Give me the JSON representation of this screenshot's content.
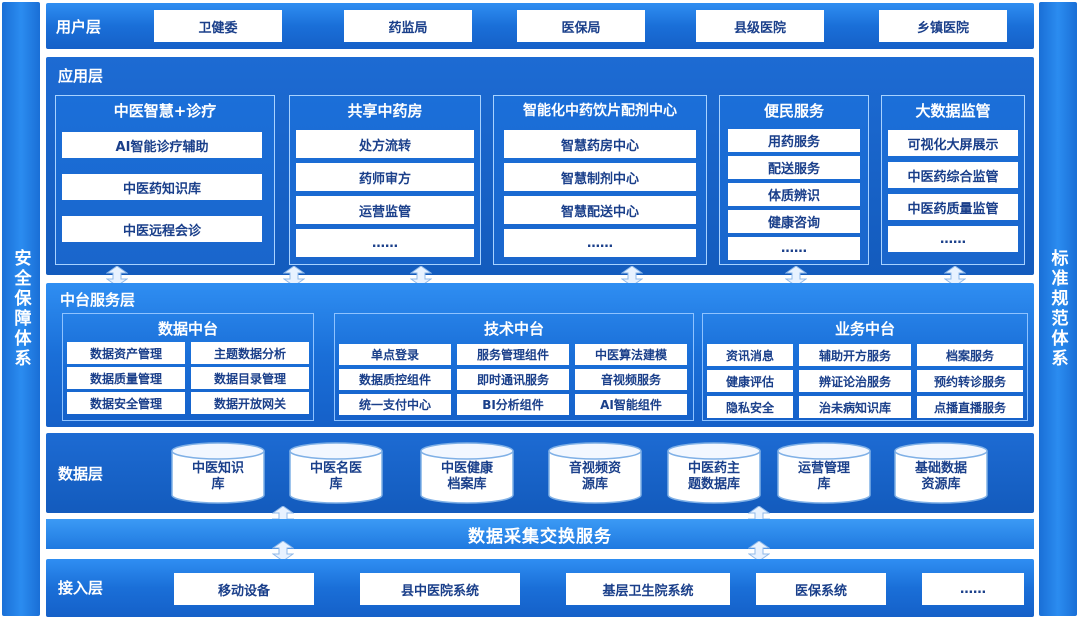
{
  "side_left": "安全保障体系",
  "side_right": "标准规范体系",
  "user_layer": {
    "title": "用户层",
    "items": [
      "卫健委",
      "药监局",
      "医保局",
      "县级医院",
      "乡镇医院"
    ]
  },
  "app_layer": {
    "title": "应用层",
    "panels": [
      {
        "title": "中医智慧+诊疗",
        "items": [
          "AI智能诊疗辅助",
          "中医药知识库",
          "中医远程会诊"
        ]
      },
      {
        "title": "共享中药房",
        "items": [
          "处方流转",
          "药师审方",
          "运营监管",
          "……"
        ]
      },
      {
        "title": "智能化中药饮片配剂中心",
        "items": [
          "智慧药房中心",
          "智慧制剂中心",
          "智慧配送中心",
          "……"
        ]
      },
      {
        "title": "便民服务",
        "items": [
          "用药服务",
          "配送服务",
          "体质辨识",
          "健康咨询",
          "……"
        ]
      },
      {
        "title": "大数据监管",
        "items": [
          "可视化大屏展示",
          "中医药综合监管",
          "中医药质量监管",
          "……"
        ]
      }
    ]
  },
  "middle_layer": {
    "title": "中台服务层",
    "groups": [
      {
        "title": "数据中台",
        "items": [
          "数据资产管理",
          "主题数据分析",
          "数据质量管理",
          "数据目录管理",
          "数据安全管理",
          "数据开放网关"
        ]
      },
      {
        "title": "技术中台",
        "items": [
          "单点登录",
          "服务管理组件",
          "中医算法建模",
          "数据质控组件",
          "即时通讯服务",
          "音视频服务",
          "统一支付中心",
          "BI分析组件",
          "AI智能组件"
        ]
      },
      {
        "title": "业务中台",
        "items": [
          "资讯消息",
          "辅助开方服务",
          "档案服务",
          "健康评估",
          "辨证论治服务",
          "预约转诊服务",
          "隐私安全",
          "治未病知识库",
          "点播直播服务"
        ]
      }
    ]
  },
  "data_layer": {
    "title": "数据层",
    "dbs": [
      [
        "中医知识",
        "库"
      ],
      [
        "中医名医",
        "库"
      ],
      [
        "中医健康",
        "档案库"
      ],
      [
        "音视频资",
        "源库"
      ],
      [
        "中医药主",
        "题数据库"
      ],
      [
        "运营管理",
        "库"
      ],
      [
        "基础数据",
        "资源库"
      ]
    ]
  },
  "exchange": "数据采集交换服务",
  "access_layer": {
    "title": "接入层",
    "items": [
      "移动设备",
      "县中医院系统",
      "基层卫生院系统",
      "医保系统",
      "……"
    ]
  }
}
